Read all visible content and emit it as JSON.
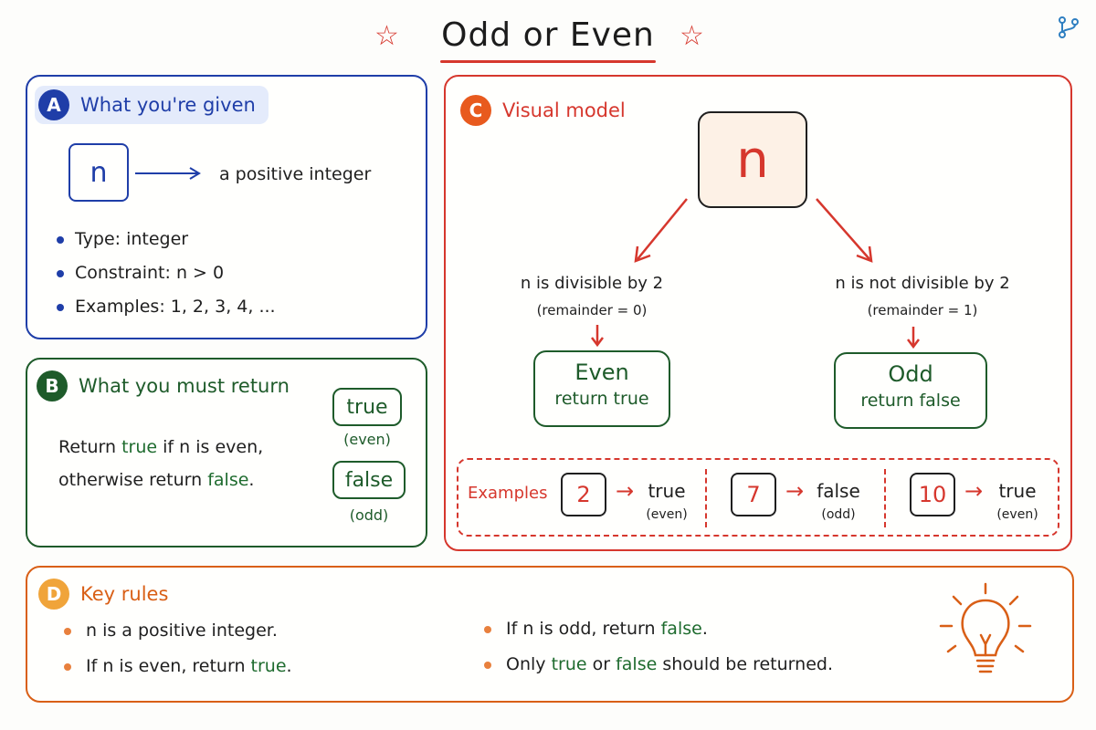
{
  "title": "Odd or Even",
  "panel_a": {
    "badge": "A",
    "heading": "What you're given",
    "variable": "n",
    "description": "a positive integer",
    "bullets": [
      "Type: integer",
      "Constraint: n > 0",
      "Examples: 1, 2, 3, 4, ..."
    ]
  },
  "panel_b": {
    "badge": "B",
    "heading": "What you must return",
    "line1_pre": "Return ",
    "line1_true": "true",
    "line1_mid": " if ",
    "line1_n": "n",
    "line1_post": " is even,",
    "line2_pre": "otherwise return ",
    "line2_false": "false",
    "line2_post": ".",
    "true_label": "true",
    "true_sub": "(even)",
    "false_label": "false",
    "false_sub": "(odd)"
  },
  "panel_c": {
    "badge": "C",
    "heading": "Visual model",
    "variable": "n",
    "left_condition": "n is divisible by 2",
    "left_remainder": "(remainder = 0)",
    "right_condition": "n is not divisible by 2",
    "right_remainder": "(remainder = 1)",
    "even_title": "Even",
    "even_return": "return true",
    "odd_title": "Odd",
    "odd_return": "return false",
    "examples_label": "Examples",
    "examples": [
      {
        "input": "2",
        "output": "true",
        "note": "(even)"
      },
      {
        "input": "7",
        "output": "false",
        "note": "(odd)"
      },
      {
        "input": "10",
        "output": "true",
        "note": "(even)"
      }
    ]
  },
  "panel_d": {
    "badge": "D",
    "heading": "Key rules",
    "rule1_a": "n",
    "rule1_b": " is a positive integer.",
    "rule2_a": "If ",
    "rule2_n": "n",
    "rule2_b": " is even, return ",
    "rule2_v": "true",
    "rule2_c": ".",
    "rule3_a": "If ",
    "rule3_n": "n",
    "rule3_b": " is odd, return ",
    "rule3_v": "false",
    "rule3_c": ".",
    "rule4_a": "Only ",
    "rule4_t": "true",
    "rule4_b": " or ",
    "rule4_f": "false",
    "rule4_c": " should be returned."
  },
  "icons": [
    "star-icon",
    "branch-icon",
    "arrow-right-icon",
    "lightbulb-icon"
  ],
  "colors": {
    "blue": "#1f3ea8",
    "green": "#1e5b2a",
    "red": "#d6372d",
    "orange": "#d95f16"
  }
}
